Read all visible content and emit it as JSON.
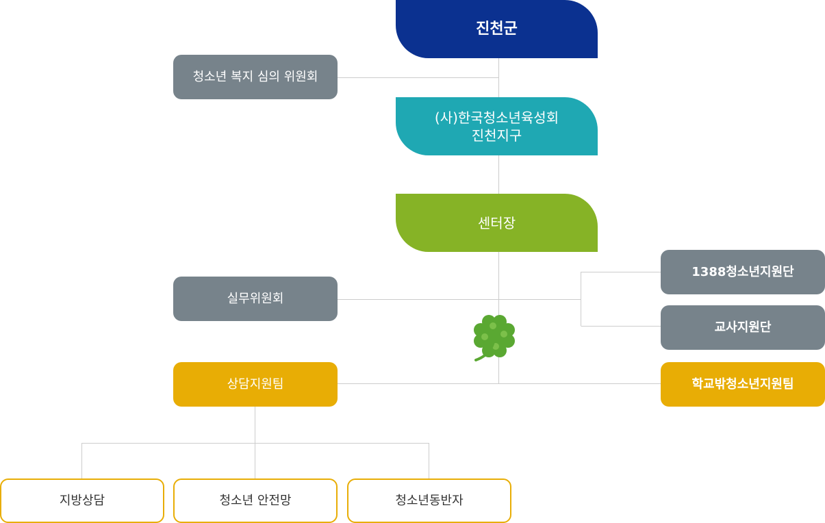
{
  "top": {
    "title": "진천군",
    "color": "#0b3190"
  },
  "committee": {
    "label": "청소년 복지 심의 위원회"
  },
  "association": {
    "label": "(사)한국청소년육성회\n진천지구",
    "color": "#1fa8b3"
  },
  "director": {
    "label": "센터장",
    "color": "#86b326"
  },
  "working_committee": {
    "label": "실무위원회"
  },
  "counseling_team": {
    "label": "상담지원팀",
    "color": "#e8ad05"
  },
  "right_units": {
    "items": [
      {
        "label": "1388청소년지원단"
      },
      {
        "label": "교사지원단"
      },
      {
        "label": "학교밖청소년지원팀"
      }
    ]
  },
  "sub_units": {
    "items": [
      {
        "label": "지방상담"
      },
      {
        "label": "청소년 안전망"
      },
      {
        "label": "청소년동반자"
      }
    ]
  },
  "colors": {
    "gray": "#77838b",
    "line": "#cccccc",
    "clover": "#5aa832"
  },
  "icons": {
    "clover": "four-leaf-clover-icon"
  }
}
